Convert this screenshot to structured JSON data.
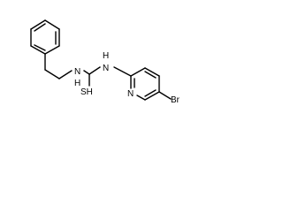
{
  "molecule": {
    "atoms": {
      "nh_left": "N",
      "h_left": "H",
      "nh_right": "N",
      "h_right": "H",
      "sulfur": "SH",
      "ring_nitrogen": "N",
      "bromine": "Br"
    }
  }
}
